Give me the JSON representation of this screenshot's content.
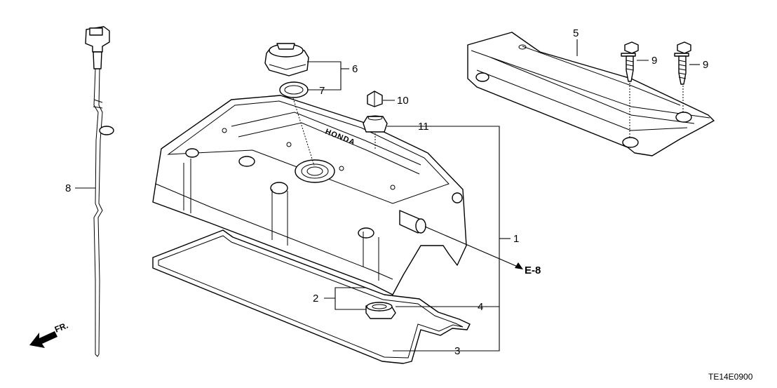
{
  "diagram": {
    "callouts": [
      {
        "id": "1",
        "text": "1"
      },
      {
        "id": "2",
        "text": "2"
      },
      {
        "id": "3",
        "text": "3"
      },
      {
        "id": "4",
        "text": "4"
      },
      {
        "id": "5",
        "text": "5"
      },
      {
        "id": "6",
        "text": "6"
      },
      {
        "id": "7",
        "text": "7"
      },
      {
        "id": "8",
        "text": "8"
      },
      {
        "id": "9a",
        "text": "9"
      },
      {
        "id": "9b",
        "text": "9"
      },
      {
        "id": "10",
        "text": "10"
      },
      {
        "id": "11",
        "text": "11"
      }
    ],
    "reference": "E-8",
    "direction_label": "FR.",
    "cover_stamp": "HONDA",
    "drawing_code": "TE14E0900"
  }
}
